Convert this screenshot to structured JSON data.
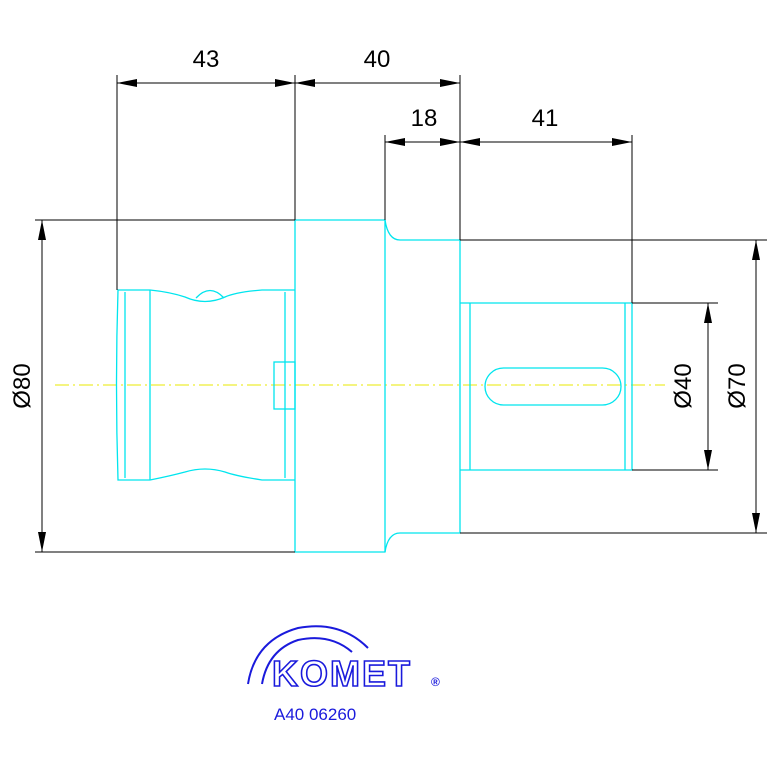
{
  "dimensions": {
    "length_a": "43",
    "length_b": "40",
    "length_c": "18",
    "length_d": "41",
    "dia_large": "Ø80",
    "dia_bore": "Ø40",
    "dia_shank": "Ø70"
  },
  "logo": {
    "brand": "KOMET",
    "registered_mark": "®",
    "part_number": "A40 06260"
  },
  "colors": {
    "geometry": "#00e5ee",
    "dimension": "#000000",
    "centerline": "#e8e800",
    "logo": "#1a1adc"
  }
}
